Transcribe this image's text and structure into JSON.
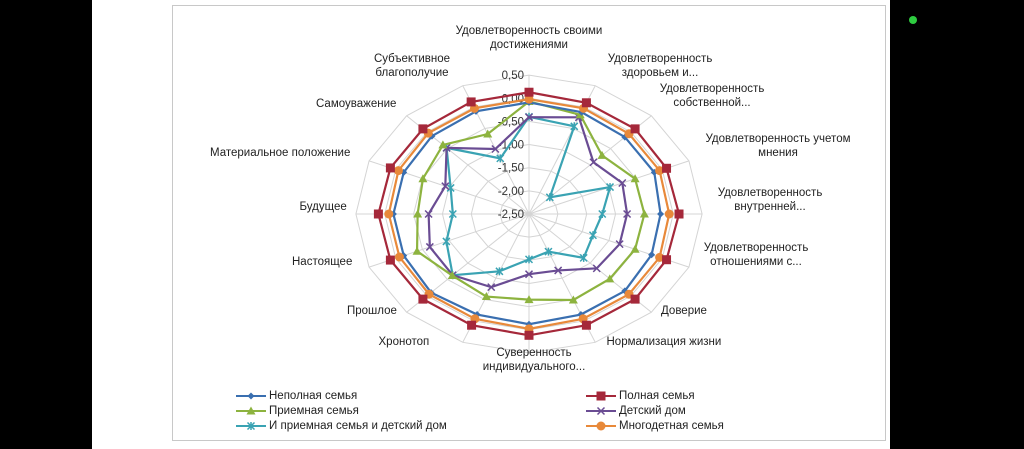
{
  "chart_data": {
    "type": "radar",
    "axis_ticks": [
      "0,50",
      "0,00",
      "-0,50",
      "-1,00",
      "-1,50",
      "-2,00",
      "-2,50"
    ],
    "range": [
      -2.5,
      0.5
    ],
    "categories": [
      "Удовлетворенность своими достижениями",
      "Удовлетворенность здоровьем и...",
      "Удовлетворенность собственной...",
      "Удовлетворенность учетом мнения",
      "Удовлетворенность внутренней...",
      "Удовлетворенность отношениями с...",
      "Доверие",
      "Нормализация жизни",
      "Суверенность индивидуального...",
      "Хронотоп",
      "Прошлое",
      "Настоящее",
      "Будущее",
      "Материальное положение",
      "Самоуважение",
      "Субъективное благополучие"
    ],
    "series": [
      {
        "name": "Неполная семья",
        "color": "#3a6fb0",
        "marker": "diamond",
        "values": [
          -0.09,
          -0.12,
          -0.15,
          -0.15,
          -0.22,
          -0.2,
          -0.15,
          -0.15,
          -0.12,
          -0.15,
          -0.1,
          -0.15,
          -0.15,
          -0.15,
          -0.12,
          -0.1
        ]
      },
      {
        "name": "Полная семья",
        "color": "#a5283a",
        "marker": "square",
        "values": [
          0.13,
          0.1,
          0.1,
          0.08,
          0.1,
          0.08,
          0.1,
          0.1,
          0.12,
          0.1,
          0.1,
          0.1,
          0.11,
          0.1,
          0.1,
          0.12
        ]
      },
      {
        "name": "Приемная семья",
        "color": "#8db33f",
        "marker": "triangle",
        "values": [
          -0.07,
          -0.18,
          -0.71,
          -0.51,
          -0.5,
          -0.51,
          -0.52,
          -0.49,
          -0.65,
          -0.57,
          -0.62,
          -0.4,
          -0.57,
          -0.51,
          -0.39,
          -0.63
        ]
      },
      {
        "name": "Детский дом",
        "color": "#6a4c93",
        "marker": "x",
        "values": [
          -0.41,
          -0.24,
          -0.92,
          -0.75,
          -0.8,
          -0.8,
          -0.84,
          -1.18,
          -1.2,
          -0.79,
          -0.63,
          -0.64,
          -0.76,
          -0.93,
          -0.48,
          -0.98
        ]
      },
      {
        "name": "И приемная семья и детский дом",
        "color": "#3aa3b3",
        "marker": "star",
        "values": [
          -0.4,
          -0.45,
          -1.99,
          -0.98,
          -1.23,
          -1.3,
          -1.16,
          -1.62,
          -1.52,
          -1.16,
          -0.63,
          -0.95,
          -1.18,
          -1.03,
          -0.48,
          -1.2
        ]
      },
      {
        "name": "Многодетная семья",
        "color": "#e8893a",
        "marker": "circle",
        "values": [
          -0.02,
          -0.03,
          -0.05,
          -0.05,
          -0.07,
          -0.05,
          -0.05,
          -0.05,
          -0.02,
          -0.05,
          -0.05,
          -0.07,
          -0.07,
          -0.05,
          -0.03,
          -0.03
        ]
      }
    ],
    "legend": "bottom"
  }
}
